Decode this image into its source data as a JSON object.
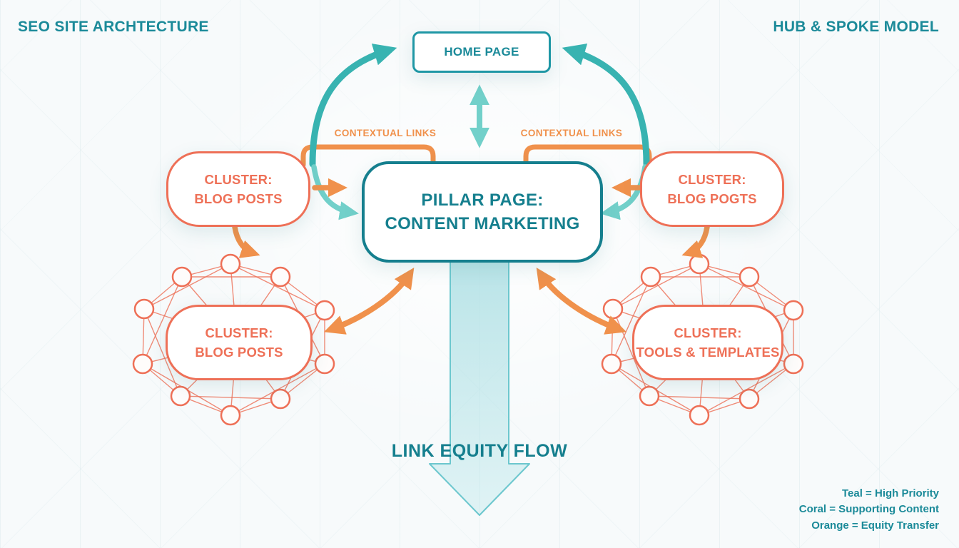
{
  "header": {
    "left_title": "SEO SITE ARCHTECTURE",
    "right_title": "HUB & SPOKE MODEL"
  },
  "nodes": {
    "home": {
      "label": "HOME PAGE"
    },
    "pillar": {
      "line1": "PILLAR PAGE:",
      "line2": "CONTENT MARKETING"
    },
    "cluster_top_left": {
      "line1": "CLUSTER:",
      "line2": "BLOG POSTS"
    },
    "cluster_top_right": {
      "line1": "CLUSTER:",
      "line2": "BLOG POGTS"
    },
    "cluster_bottom_left": {
      "line1": "CLUSTER:",
      "line2": "BLOG POSTS"
    },
    "cluster_bottom_right": {
      "line1": "CLUSTER:",
      "line2": "TOOLS & TEMPLATES"
    }
  },
  "labels": {
    "contextual_left": "CONTEXTUAL LINKS",
    "contextual_right": "CONTEXTUAL LINKS",
    "link_equity": "LINK EQUITY FLOW"
  },
  "legend": {
    "items": [
      {
        "text": "Teal = High Priority"
      },
      {
        "text": "Coral = Supporting Content"
      },
      {
        "text": "Orange = Equity Transfer"
      }
    ]
  },
  "colors": {
    "teal_dark": "#157f8e",
    "teal_border": "#1f97a5",
    "teal_text": "#1b8a99",
    "teal_arrow": "#38b3b1",
    "teal_light": "#72d0ca",
    "coral": "#ee7057",
    "orange": "#f0914c",
    "background": "#f7fafb"
  }
}
